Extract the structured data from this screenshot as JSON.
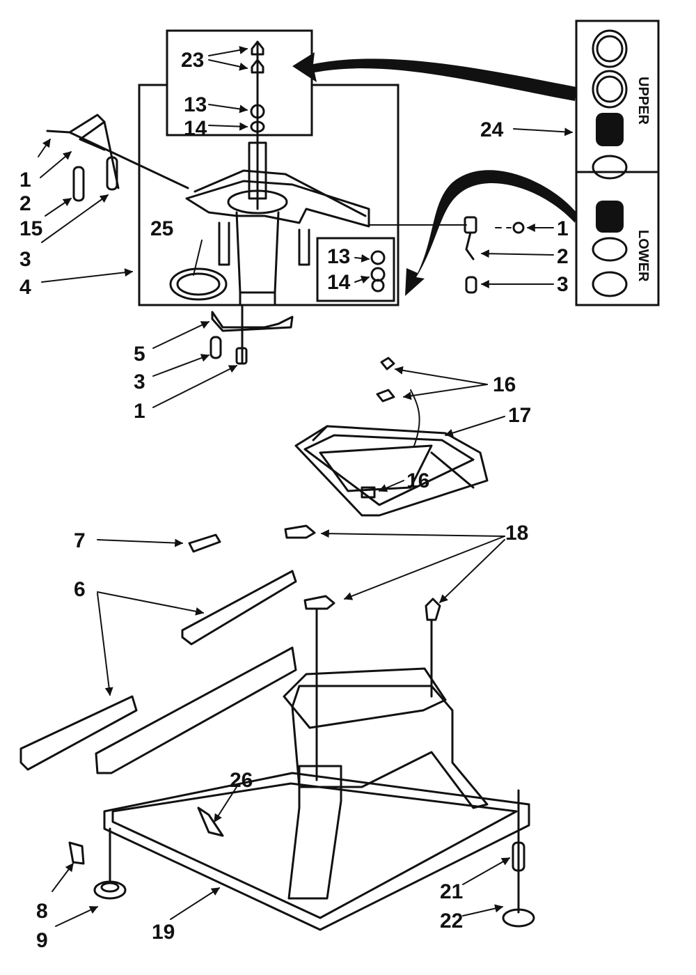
{
  "labels": {
    "l23": "23",
    "l13a": "13",
    "l14a": "14",
    "l1a": "1",
    "l2a": "2",
    "l15": "15",
    "l3a": "3",
    "l4": "4",
    "l25": "25",
    "l13b": "13",
    "l14b": "14",
    "l1b": "1",
    "l2b": "2",
    "l3b": "3",
    "l24": "24",
    "l5": "5",
    "l3c": "3",
    "l1c": "1",
    "l16a": "16",
    "l17": "17",
    "l16b": "16",
    "l18": "18",
    "l7": "7",
    "l6": "6",
    "l26": "26",
    "l8": "8",
    "l9": "9",
    "l19": "19",
    "l21": "21",
    "l22": "22"
  },
  "bearing_panel": {
    "upper_label": "UPPER",
    "lower_label": "LOWER"
  }
}
